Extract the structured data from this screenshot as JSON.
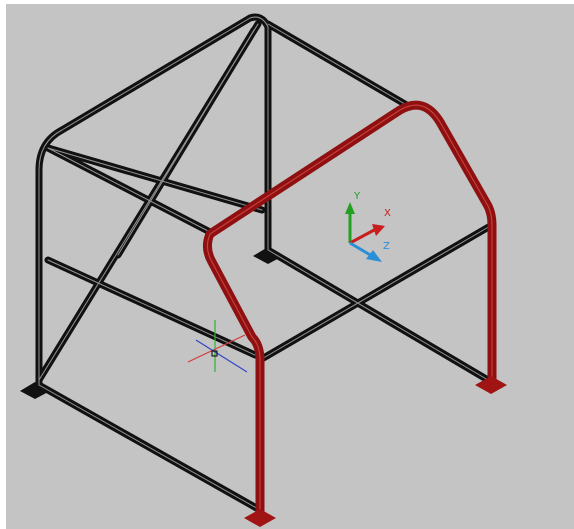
{
  "viewport": {
    "background": "#c4c4c4",
    "model": "roll-cage",
    "frame_color": "#111111",
    "main_hoop_color": "#9e1414"
  },
  "ucs_icon": {
    "x_label": "X",
    "y_label": "Y",
    "z_label": "Z",
    "x_color": "#c81e1e",
    "y_color": "#22a022",
    "z_color": "#2a8fd6"
  },
  "crosshair": {
    "x_color": "#d33a3a",
    "y_color": "#2fb12f",
    "z_color": "#2d48c8"
  }
}
